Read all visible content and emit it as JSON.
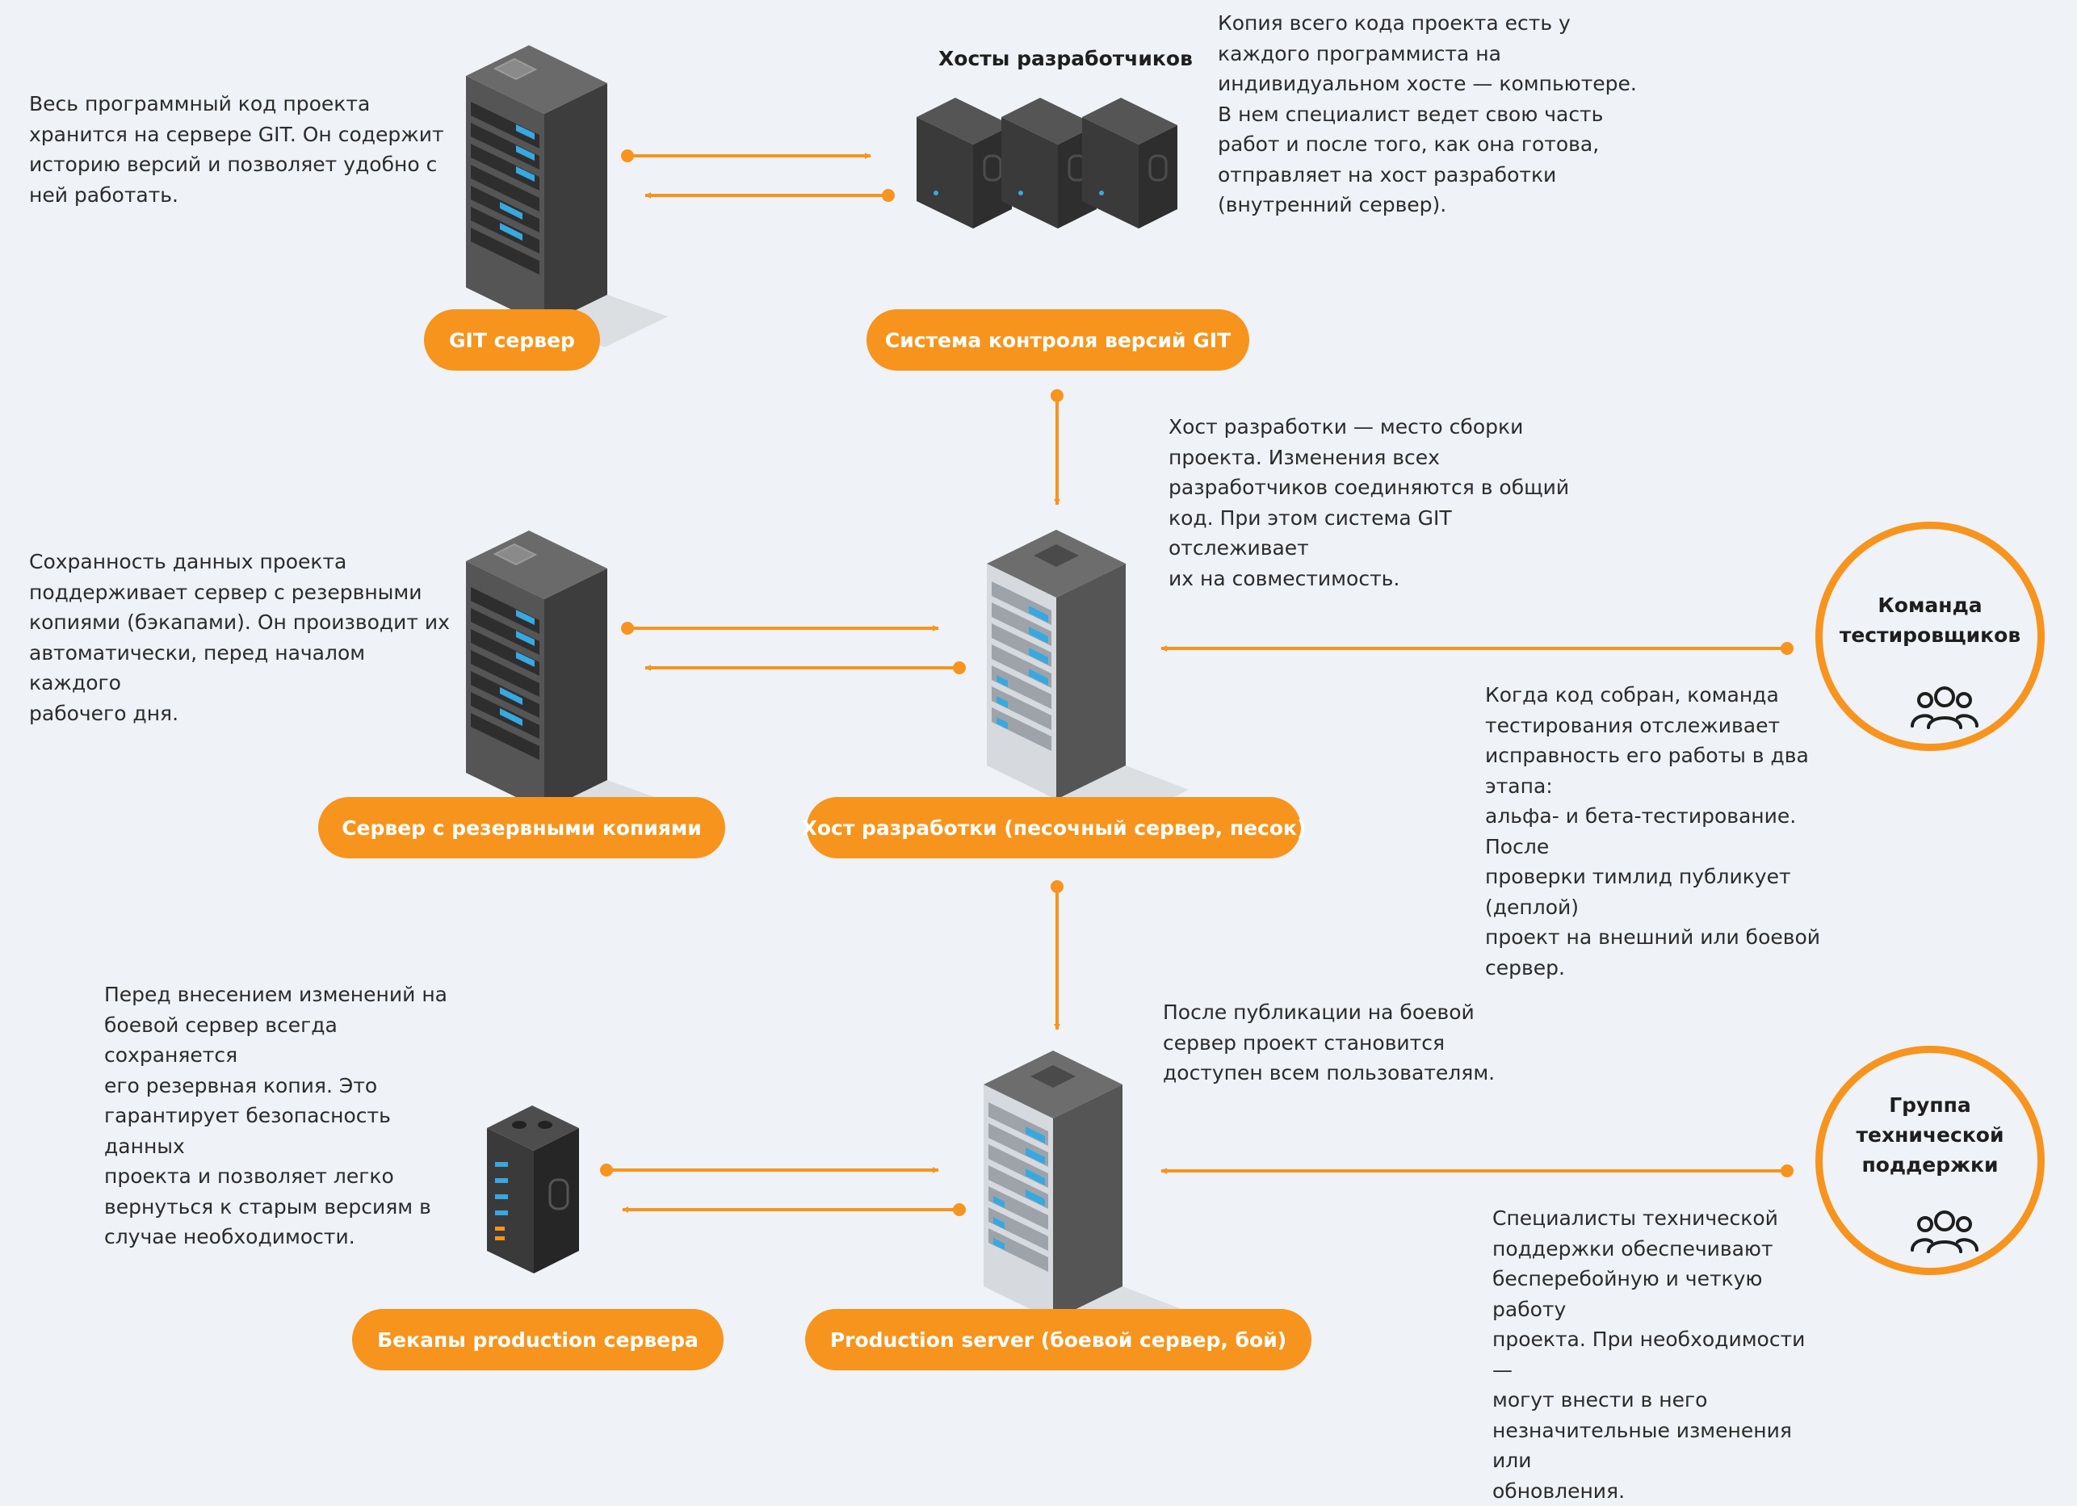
{
  "colors": {
    "accent": "#f7941d",
    "background": "#eff2f6",
    "server_dark": "#4a4a4a",
    "server_light": "#d6dadf",
    "slot_blue": "#36a9e1"
  },
  "nodes": {
    "git_server": {
      "label": "GIT сервер",
      "description": "Весь программный код проекта\nхранится на сервере GIT. Он содержит\nисторию версий и позволяет удобно с\nней работать.",
      "icon": "server-rack-icon"
    },
    "vcs": {
      "label": "Система контроля версий GIT",
      "heading": "Хосты разработчиков",
      "description": "Копия всего кода проекта есть у\nкаждого программиста на\nиндивидуальном хосте — компьютере.\nВ нем специалист ведет свою часть\nработ и после того, как она готова,\nотправляет на хост разработки\n(внутренний сервер).",
      "icon": "developer-workstations-icon"
    },
    "backup_server": {
      "label": "Сервер с резервными копиями",
      "description": "Сохранность данных проекта\nподдерживает сервер с резервными\nкопиями (бэкапами). Он производит их\nавтоматически, перед началом каждого\nрабочего дня.",
      "icon": "server-rack-icon"
    },
    "dev_host": {
      "label": "Хост разработки (песочный сервер, песок)",
      "description": "Хост разработки — место сборки\nпроекта. Изменения всех\nразработчиков соединяются в общий\nкод. При этом система GIT отслеживает\nих на совместимость.",
      "icon": "server-rack-icon"
    },
    "prod_backups": {
      "label": "Бекапы production сервера",
      "description": "Перед внесением изменений на\nбоевой сервер всегда сохраняется\nего резервная копия. Это\nгарантирует безопасность данных\nпроекта и позволяет легко\nвернуться к старым версиям в\nслучае необходимости.",
      "icon": "backup-unit-icon"
    },
    "production": {
      "label": "Production server (боевой сервер, бой)",
      "description": "После публикации на боевой\nсервер проект становится\nдоступен всем пользователям.",
      "icon": "server-rack-icon"
    }
  },
  "roles": {
    "testers": {
      "label": "Команда\nтестировщиков",
      "description": "Когда код собран, команда\nтестирования отслеживает\nисправность его работы в два этапа:\nальфа- и бета-тестирование. После\nпроверки тимлид публикует (деплой)\nпроект на внешний или боевой\nсервер.",
      "icon": "team-icon"
    },
    "support": {
      "label": "Группа\nтехнической\nподдержки",
      "description": "Специалисты технической\nподдержки обеспечивают\nбесперебойную и четкую работу\nпроекта. При необходимости —\nмогут внести в него\nнезначительные изменения или\nобновления.",
      "icon": "team-icon"
    }
  }
}
